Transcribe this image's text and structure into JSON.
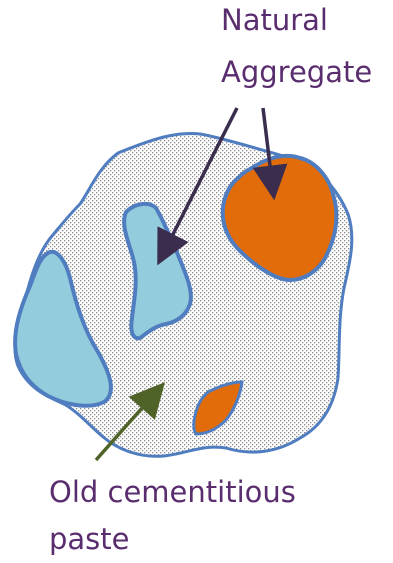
{
  "labels": {
    "natural_aggregate_line1": "Natural",
    "natural_aggregate_line2": "Aggregate",
    "old_paste_line1": "Old cementitious",
    "old_paste_line2": "paste"
  },
  "colors": {
    "paste_fill_dots": "#808080",
    "paste_outline": "#4f7dc0",
    "light_blue_aggregate": "#93cddd",
    "natural_aggregate": "#e36c0a",
    "natural_aggregate_arrow": "#3a2d4e",
    "paste_arrow": "#4f6228",
    "label_text": "#5a2d6e"
  }
}
